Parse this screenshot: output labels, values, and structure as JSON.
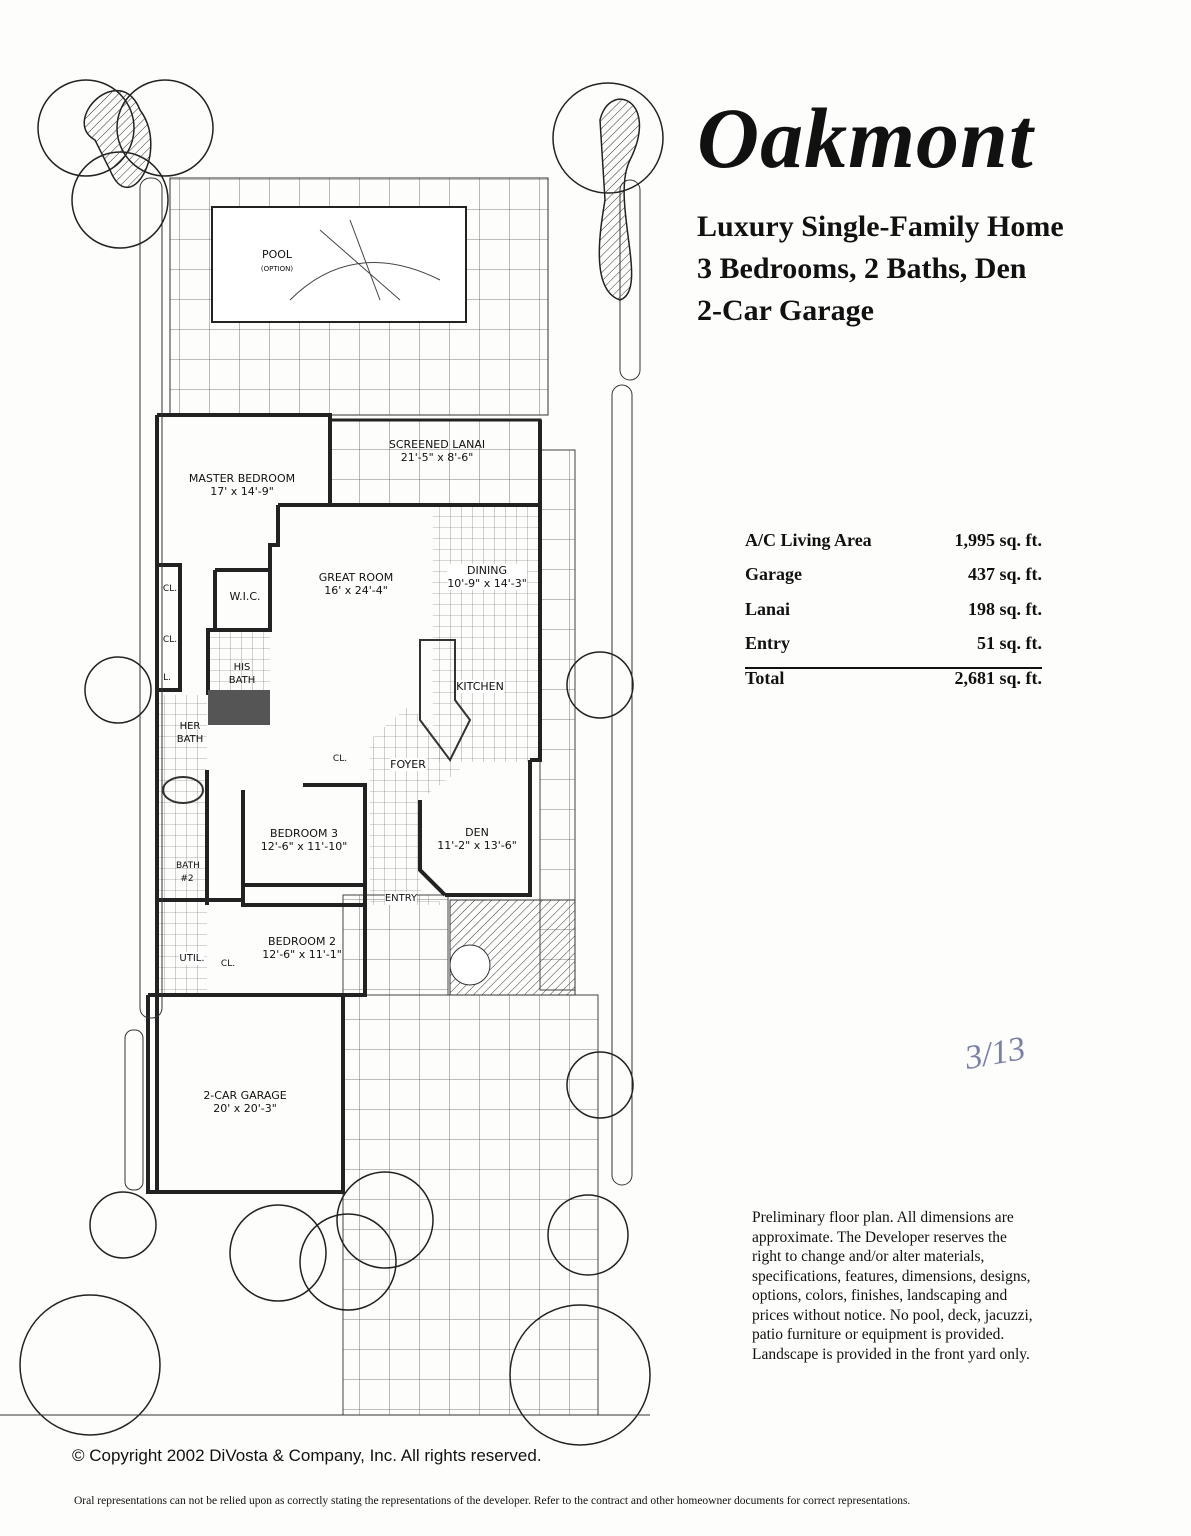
{
  "header": {
    "title": "Oakmont",
    "subtitle_lines": [
      "Luxury Single-Family Home",
      "3 Bedrooms, 2 Baths, Den",
      "2-Car Garage"
    ]
  },
  "areas": [
    {
      "label": "A/C Living Area",
      "value": "1,995 sq. ft."
    },
    {
      "label": "Garage",
      "value": "437 sq. ft."
    },
    {
      "label": "Lanai",
      "value": "198 sq. ft."
    },
    {
      "label": "Entry",
      "value": "51 sq. ft."
    }
  ],
  "total": {
    "label": "Total",
    "value": "2,681 sq. ft."
  },
  "rooms": {
    "pool": "POOL",
    "pool_note": "(OPTION)",
    "lanai": "SCREENED LANAI",
    "lanai_dim": "21'-5\" x 8'-6\"",
    "master": "MASTER BEDROOM",
    "master_dim": "17' x 14'-9\"",
    "great": "GREAT ROOM",
    "great_dim": "16' x 24'-4\"",
    "dining": "DINING",
    "dining_dim": "10'-9\" x 14'-3\"",
    "wic": "W.I.C.",
    "cl": "CL.",
    "l": "L.",
    "his_bath": "HIS BATH",
    "her_bath": "HER BATH",
    "kitchen": "KITCHEN",
    "foyer": "FOYER",
    "bed3": "BEDROOM 3",
    "bed3_dim": "12'-6\" x 11'-10\"",
    "den": "DEN",
    "den_dim": "11'-2\" x 13'-6\"",
    "bath2": "BATH #2",
    "entry": "ENTRY",
    "bed2": "BEDROOM 2",
    "bed2_dim": "12'-6\" x 11'-1\"",
    "util": "UTIL.",
    "garage": "2-CAR GARAGE",
    "garage_dim": "20' x 20'-3\""
  },
  "handwritten_note": "3/13",
  "disclaimer": "Preliminary floor plan. All dimensions are approximate. The Developer reserves the right to change and/or alter materials, specifications, features, dimensions, designs, options, colors, finishes, landscaping and prices without notice. No pool, deck, jacuzzi, patio furniture or equipment is provided. Landscape is provided in the front yard only.",
  "copyright": "© Copyright 2002 DiVosta & Company, Inc. All rights reserved.",
  "oral_notice": "Oral representations can not be relied upon as correctly stating the representations of the developer. Refer to the contract and other homeowner documents for correct representations."
}
